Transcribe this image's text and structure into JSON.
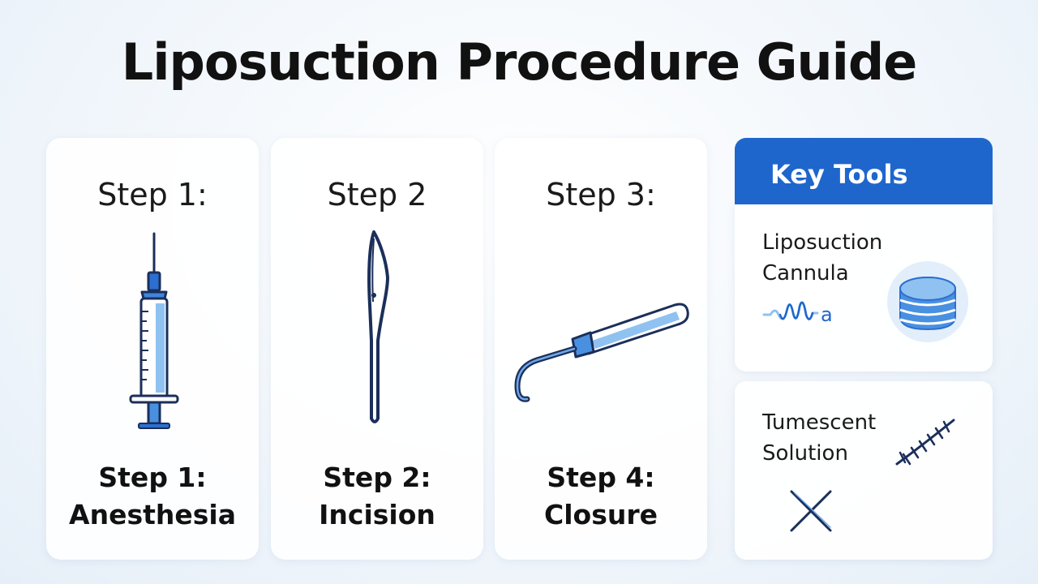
{
  "title": "Liposuction Procedure Guide",
  "steps": [
    {
      "heading": "Step 1:",
      "caption_line1": "Step 1:",
      "caption_line2": "Anesthesia",
      "icon": "syringe-icon"
    },
    {
      "heading": "Step 2",
      "caption_line1": "Step 2:",
      "caption_line2": "Incision",
      "icon": "scalpel-icon"
    },
    {
      "heading": "Step 3:",
      "caption_line1": "Step 4:",
      "caption_line2": "Closure",
      "icon": "cannula-icon"
    }
  ],
  "tools": {
    "header": "Key Tools",
    "items": [
      {
        "line1": "Liposuction",
        "line2": "Cannula",
        "wave_suffix": "a",
        "icon": "fat-layers-icon"
      },
      {
        "line1": "Tumescent",
        "line2": "Solution",
        "icon": "suture-icon"
      }
    ]
  },
  "colors": {
    "accent": "#1f66cc",
    "stroke": "#1b2f5a",
    "fill_light": "#8fc2f0",
    "fill_mid": "#4a90e0"
  }
}
